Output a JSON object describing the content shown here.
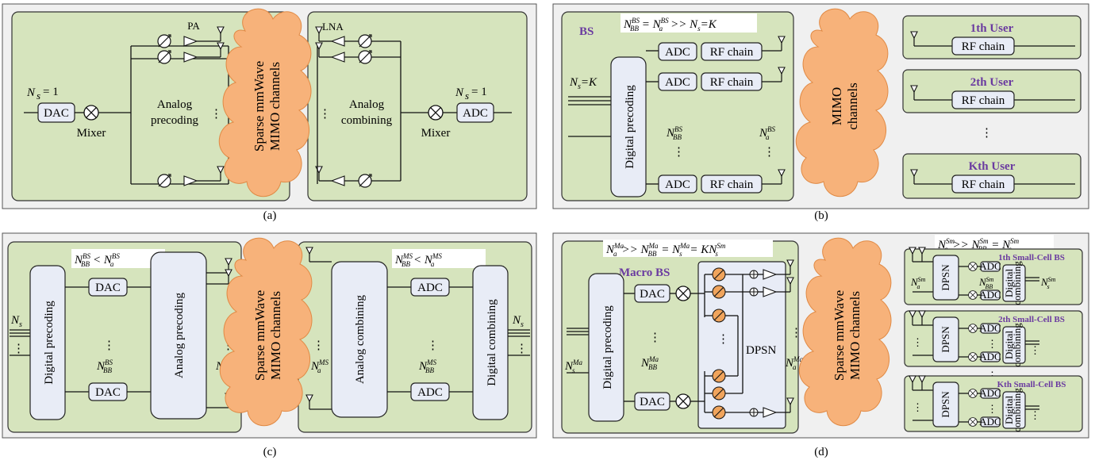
{
  "captions": {
    "a": "(a)",
    "b": "(b)",
    "c": "(c)",
    "d": "(d)"
  },
  "a": {
    "ns_left": "N",
    "ns_left_eq": "= 1",
    "dac": "DAC",
    "mixer_left": "Mixer",
    "analog_precoding_1": "Analog",
    "analog_precoding_2": "precoding",
    "pa": "PA",
    "channel_1": "Sparse mmWave",
    "channel_2": "MIMO channels",
    "lna": "LNA",
    "analog_combining_1": "Analog",
    "analog_combining_2": "combining",
    "mixer_right": "Mixer",
    "ns_right_eq": "= 1",
    "adc": "ADC"
  },
  "b": {
    "bs_label": "BS",
    "equation": "N_BB^BS = N_a^BS >> N_s = K",
    "ns_k": "N_s=K",
    "digital_precoding": "Digital precoding",
    "adc": "ADC",
    "rf_chain": "RF chain",
    "nbb": "N_BB^BS",
    "na": "N_a^BS",
    "channel_1": "MIMO",
    "channel_2": "channels",
    "users": [
      "1th User",
      "2th User",
      "Kth User"
    ],
    "user_rf": "RF chain"
  },
  "c": {
    "eq_left": "N_BB^BS < N_a^BS",
    "eq_right": "N_BB^MS < N_a^MS",
    "ns": "N_s",
    "digital_precoding": "Digital precoding",
    "dac": "DAC",
    "analog_precoding": "Analog precoding",
    "nbb_bs": "N_BB^BS",
    "na_bs": "N_a^BS",
    "channel_1": "Sparse mmWave",
    "channel_2": "MIMO channels",
    "na_ms": "N_a^MS",
    "analog_combining": "Analog combining",
    "adc": "ADC",
    "nbb_ms": "N_BB^MS",
    "digital_combining": "Digital combining"
  },
  "d": {
    "eq_left": "N_a^Ma >> N_BB^Ma = N_s^Ma = KN_s^Sm",
    "macro_bs": "Macro BS",
    "digital_precoding": "Digital precoding",
    "dac": "DAC",
    "nbb_ma": "N_BB^Ma",
    "ns_ma": "N_s^Ma",
    "dpsn": "DPSN",
    "na_ma": "N_a^Ma",
    "channel_1": "Sparse mmWave",
    "channel_2": "MIMO channels",
    "eq_right": "N_a^Sm >> N_BB^Sm = N_s^Sm",
    "small_cells": [
      "1th Small-Cell BS",
      "2th Small-Cell BS",
      "Kth Small-Cell BS"
    ],
    "small_dpsn": "DPSN",
    "small_adc": "ADC",
    "small_digital_1": "Digital",
    "small_digital_2": "combining",
    "na_sm": "N_a^Sm",
    "nbb_sm": "N_BB^Sm",
    "ns_sm": "N_s^Sm"
  }
}
